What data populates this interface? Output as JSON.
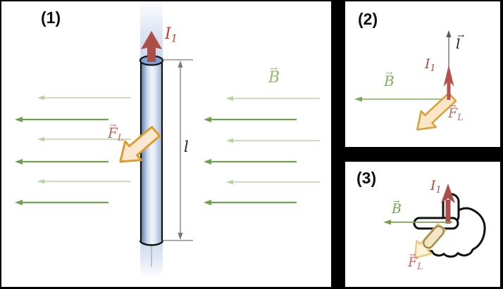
{
  "panels": {
    "p1": {
      "tag": "(1)",
      "current": {
        "base": "I",
        "sub": "1"
      },
      "field": {
        "hat": "→",
        "base": "B"
      },
      "force": {
        "hat": "→",
        "base": "F",
        "sub": "L"
      },
      "length": {
        "base": "l"
      }
    },
    "p2": {
      "tag": "(2)",
      "lvec": {
        "hat": "→",
        "base": "l"
      },
      "current": {
        "base": "I",
        "sub": "1"
      },
      "field": {
        "hat": "→",
        "base": "B"
      },
      "force": {
        "hat": "→",
        "base": "F",
        "sub": "L"
      }
    },
    "p3": {
      "tag": "(3)",
      "current": {
        "base": "I",
        "sub": "1"
      },
      "field": {
        "hat": "→",
        "base": "B"
      },
      "force": {
        "hat": "→",
        "base": "F",
        "sub": "L"
      }
    }
  },
  "colors": {
    "current_arrow": "#ad4f49",
    "current_label": "#c13a31",
    "field_dark": "#6fa24e",
    "field_light": "#b9d3a3",
    "field_label": "#8fba6a",
    "force_fill": "#fbe8d2",
    "force_outline": "#dd9d2e",
    "force_label": "#ce6a62",
    "wire_cap_fill": "#79a1d3",
    "measure_gray": "#7b7b7b",
    "background": "#000000",
    "panel_background": "#ffffff"
  }
}
